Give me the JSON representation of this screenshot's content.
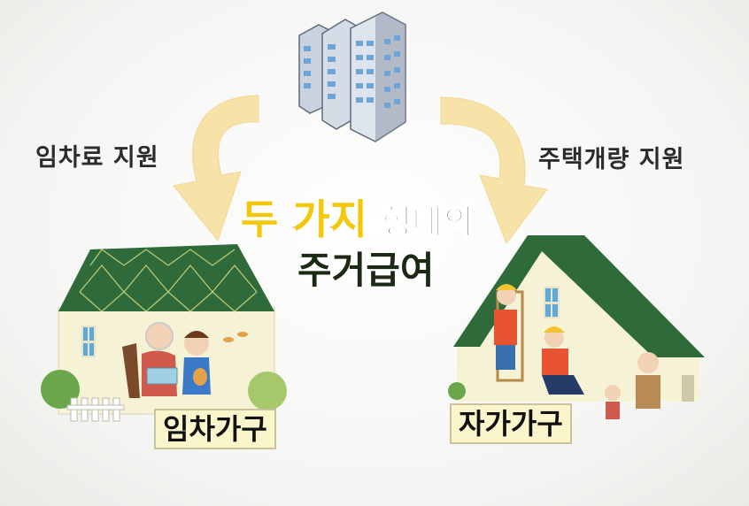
{
  "title": {
    "emphasis": "두 가지",
    "rest": "형태의",
    "line2": "주거급여"
  },
  "left": {
    "support_label": "임차료 지원",
    "household_label": "임차가구"
  },
  "right": {
    "support_label": "주택개량 지원",
    "household_label": "자가가구"
  },
  "colors": {
    "arrow": "#f7e3a8",
    "roof": "#2f6a3a",
    "house_wall": "#f6f2d6",
    "title_yellow": "#f4c80a",
    "building": "#6e7f96"
  },
  "icons": [
    "building-icon",
    "rental-house-icon",
    "owned-house-icon",
    "curved-arrow-icon"
  ]
}
